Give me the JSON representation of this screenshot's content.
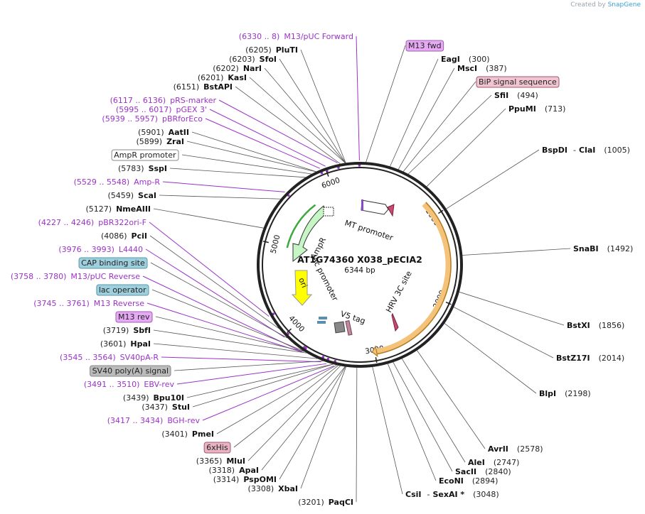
{
  "watermark": {
    "prefix": "Created by",
    "brand": "SnapGene"
  },
  "map": {
    "name": "AT1G74360 X038_pECIA2",
    "size": "6344 bp",
    "length": 6344
  },
  "ticks": [
    {
      "label": "1000",
      "bp": 1000
    },
    {
      "label": "2000",
      "bp": 2000
    },
    {
      "label": "3000",
      "bp": 3000
    },
    {
      "label": "4000",
      "bp": 4000
    },
    {
      "label": "5000",
      "bp": 5000
    },
    {
      "label": "6000",
      "bp": 6000
    }
  ],
  "features": [
    {
      "name": "MT promoter",
      "color": "#ffffff"
    },
    {
      "name": "HRV 3C site",
      "color": "#c84a6e"
    },
    {
      "name": "V5 tag",
      "color": "#888888"
    },
    {
      "name": "lac promoter",
      "color": "#ffffff"
    },
    {
      "name": "ori",
      "color": "#ffff00"
    },
    {
      "name": "AmpR",
      "color": "#c6f5c6"
    }
  ],
  "left_labels": [
    {
      "kind": "primer",
      "range": "(6330 .. 8)",
      "name": "M13/pUC Forward",
      "bp": 6340
    },
    {
      "kind": "site",
      "pos": "(6205)",
      "name": "PluTI",
      "bp": 6205
    },
    {
      "kind": "site",
      "pos": "(6203)",
      "name": "SfoI",
      "bp": 6203
    },
    {
      "kind": "site",
      "pos": "(6202)",
      "name": "NarI",
      "bp": 6202
    },
    {
      "kind": "site",
      "pos": "(6201)",
      "name": "KasI",
      "bp": 6201
    },
    {
      "kind": "site",
      "pos": "(6151)",
      "name": "BstAPI",
      "bp": 6151
    },
    {
      "kind": "primer",
      "range": "(6117 .. 6136)",
      "name": "pRS-marker",
      "bp": 6126
    },
    {
      "kind": "primer",
      "range": "(5995 .. 6017)",
      "name": "pGEX 3'",
      "bp": 6006
    },
    {
      "kind": "primer",
      "range": "(5939 .. 5957)",
      "name": "pBRforEco",
      "bp": 5948
    },
    {
      "kind": "site",
      "pos": "(5901)",
      "name": "AatII",
      "bp": 5901
    },
    {
      "kind": "site",
      "pos": "(5899)",
      "name": "ZraI",
      "bp": 5899
    },
    {
      "kind": "box",
      "name": "AmpR promoter",
      "fill": "#ffffff",
      "border": "#888888",
      "bp": 5850
    },
    {
      "kind": "site",
      "pos": "(5783)",
      "name": "SspI",
      "bp": 5783
    },
    {
      "kind": "primer",
      "range": "(5529 .. 5548)",
      "name": "Amp-R",
      "bp": 5538
    },
    {
      "kind": "site",
      "pos": "(5459)",
      "name": "ScaI",
      "bp": 5459
    },
    {
      "kind": "site",
      "pos": "(5127)",
      "name": "NmeAIII",
      "bp": 5127
    },
    {
      "kind": "primer",
      "range": "(4227 .. 4246)",
      "name": "pBR322ori-F",
      "bp": 4236
    },
    {
      "kind": "site",
      "pos": "(4086)",
      "name": "PciI",
      "bp": 4086
    },
    {
      "kind": "primer",
      "range": "(3976 .. 3993)",
      "name": "L4440",
      "bp": 3984
    },
    {
      "kind": "box",
      "name": "CAP binding site",
      "fill": "#9ecfdd",
      "border": "#5a9aaa",
      "bp": 3960
    },
    {
      "kind": "primer",
      "range": "(3758 .. 3780)",
      "name": "M13/pUC Reverse",
      "bp": 3769
    },
    {
      "kind": "box",
      "name": "lac operator",
      "fill": "#9ecfdd",
      "border": "#5a9aaa",
      "bp": 3760
    },
    {
      "kind": "primer",
      "range": "(3745 .. 3761)",
      "name": "M13 Reverse",
      "bp": 3753
    },
    {
      "kind": "box",
      "name": "M13 rev",
      "fill": "#e6aaf5",
      "border": "#a060b0",
      "bp": 3745
    },
    {
      "kind": "site",
      "pos": "(3719)",
      "name": "SbfI",
      "bp": 3719
    },
    {
      "kind": "site",
      "pos": "(3601)",
      "name": "HpaI",
      "bp": 3601
    },
    {
      "kind": "primer",
      "range": "(3545 .. 3564)",
      "name": "SV40pA-R",
      "bp": 3554
    },
    {
      "kind": "box",
      "name": "SV40 poly(A) signal",
      "fill": "#bbbbbb",
      "border": "#888888",
      "bp": 3540
    },
    {
      "kind": "primer",
      "range": "(3491 .. 3510)",
      "name": "EBV-rev",
      "bp": 3500
    },
    {
      "kind": "site",
      "pos": "(3439)",
      "name": "Bpu10I",
      "bp": 3439
    },
    {
      "kind": "site",
      "pos": "(3437)",
      "name": "StuI",
      "bp": 3437
    },
    {
      "kind": "primer",
      "range": "(3417 .. 3434)",
      "name": "BGH-rev",
      "bp": 3425
    },
    {
      "kind": "site",
      "pos": "(3401)",
      "name": "PmeI",
      "bp": 3401
    },
    {
      "kind": "box",
      "name": "6xHis",
      "fill": "#e8b4c4",
      "border": "#a05870",
      "bp": 3385
    },
    {
      "kind": "site",
      "pos": "(3365)",
      "name": "MluI",
      "bp": 3365
    },
    {
      "kind": "site",
      "pos": "(3318)",
      "name": "ApaI",
      "bp": 3318
    },
    {
      "kind": "site",
      "pos": "(3314)",
      "name": "PspOMI",
      "bp": 3314
    },
    {
      "kind": "site",
      "pos": "(3308)",
      "name": "XbaI",
      "bp": 3308
    },
    {
      "kind": "site",
      "pos": "(3201)",
      "name": "PaqCI",
      "bp": 3201
    }
  ],
  "right_labels": [
    {
      "kind": "box",
      "name": "M13 fwd",
      "fill": "#e6aaf5",
      "border": "#a060b0",
      "bp": 60
    },
    {
      "kind": "site",
      "name": "EagI",
      "pos": "(300)",
      "bp": 300
    },
    {
      "kind": "site",
      "name": "MscI",
      "pos": "(387)",
      "bp": 387
    },
    {
      "kind": "box",
      "name": "BiP signal sequence",
      "fill": "#f0c4d0",
      "border": "#a05870",
      "bp": 440
    },
    {
      "kind": "site",
      "name": "SfiI",
      "pos": "(494)",
      "bp": 494
    },
    {
      "kind": "site",
      "name": "PpuMI",
      "pos": "(713)",
      "bp": 713
    },
    {
      "kind": "site",
      "name": "BspDI",
      "name2": "ClaI",
      "sep": "-",
      "pos": "(1005)",
      "bp": 1005
    },
    {
      "kind": "site",
      "name": "SnaBI",
      "pos": "(1492)",
      "bp": 1492
    },
    {
      "kind": "site",
      "name": "BstXI",
      "pos": "(1856)",
      "bp": 1856
    },
    {
      "kind": "site",
      "name": "BstZ17I",
      "pos": "(2014)",
      "bp": 2014
    },
    {
      "kind": "site",
      "name": "BlpI",
      "pos": "(2198)",
      "bp": 2198
    },
    {
      "kind": "site",
      "name": "AvrII",
      "pos": "(2578)",
      "bp": 2578
    },
    {
      "kind": "site",
      "name": "AleI",
      "pos": "(2747)",
      "bp": 2747
    },
    {
      "kind": "site",
      "name": "SacII",
      "pos": "(2840)",
      "bp": 2840
    },
    {
      "kind": "site",
      "name": "EcoNI",
      "pos": "(2894)",
      "bp": 2894
    },
    {
      "kind": "site",
      "name": "CsiI",
      "name2": "SexAI *",
      "sep": "-",
      "pos": "(3048)",
      "bp": 3048
    }
  ]
}
